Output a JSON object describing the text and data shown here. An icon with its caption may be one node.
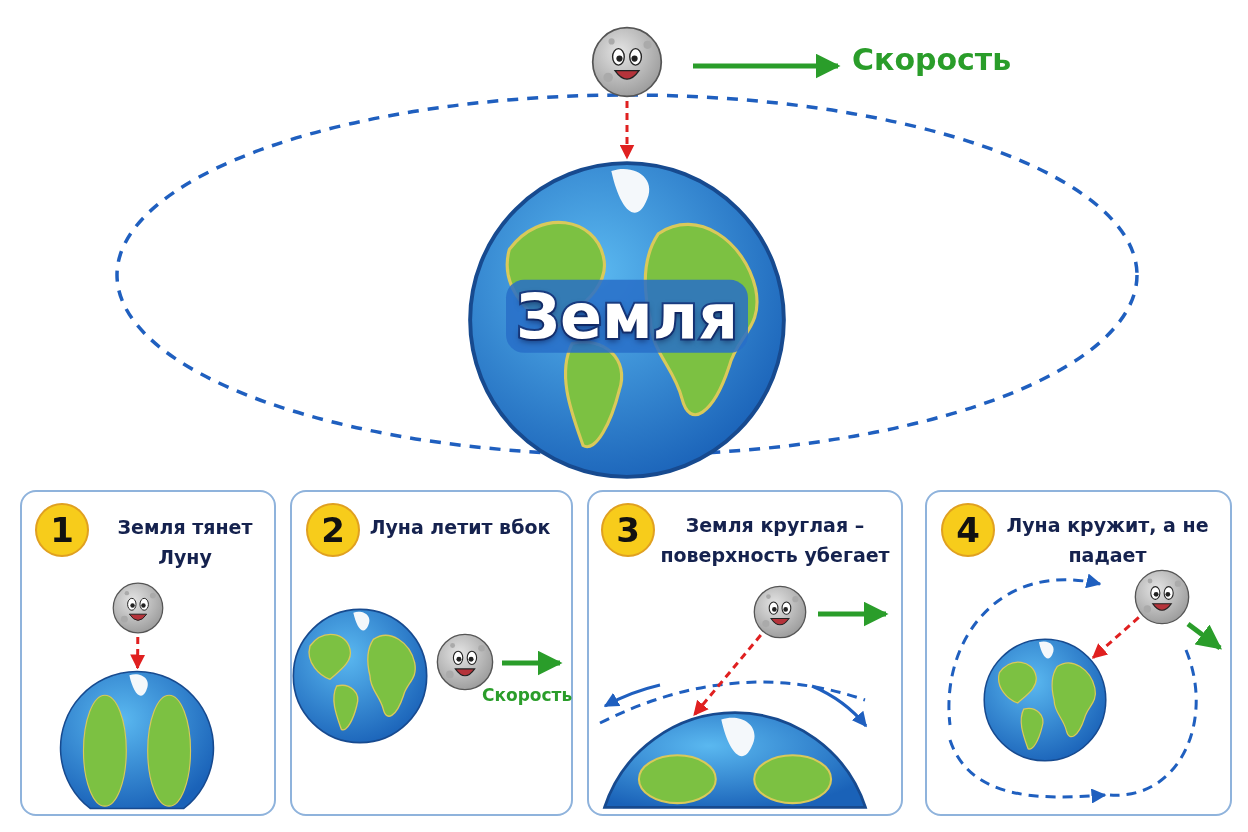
{
  "diagram": {
    "nodes": [
      {
        "text": [],
        "shape": "picture"
      },
      {
        "text": [
          "Земля"
        ]
      },
      {
        "text": [
          "Земля тянет Луну"
        ]
      },
      {
        "text": [
          "1"
        ],
        "in": 2
      },
      {
        "text": [],
        "shape": "picture",
        "in": 2
      },
      {
        "text": [],
        "shape": "picture",
        "in": 2
      },
      {
        "text": [
          "Луна летит вбок"
        ]
      },
      {
        "text": [
          "2"
        ],
        "in": 6
      },
      {
        "text": [],
        "shape": "picture",
        "in": 6
      },
      {
        "text": [],
        "shape": "picture",
        "in": 6
      },
      {
        "text": [
          "Земля круглая – поверхность убегает"
        ]
      },
      {
        "text": [
          "3"
        ],
        "in": 10
      },
      {
        "text": [],
        "shape": "picture",
        "in": 10
      },
      {
        "text": [],
        "shape": "picture",
        "in": 10
      },
      {
        "text": [
          "Луна кружит, а не падает"
        ]
      },
      {
        "text": [
          "4"
        ],
        "in": 14
      },
      {
        "text": [],
        "shape": "picture",
        "in": 14
      },
      {
        "text": [],
        "shape": "picture",
        "in": 14
      }
    ],
    "edges": [
      {
        "from": 0,
        "to": 1,
        "arrow": "to",
        "style": "dashed",
        "color": "#e02020"
      },
      {
        "from": 4,
        "to": 5,
        "arrow": "to",
        "style": "dashed",
        "color": "#e02020"
      },
      {
        "from": 12,
        "to": 13,
        "arrow": "to",
        "style": "dashed",
        "color": "#e02020"
      },
      {
        "from": 16,
        "to": 17,
        "arrow": "to",
        "style": "dashed",
        "color": "#e02020"
      }
    ],
    "labels": [
      "Скорость",
      "Скорость"
    ]
  }
}
